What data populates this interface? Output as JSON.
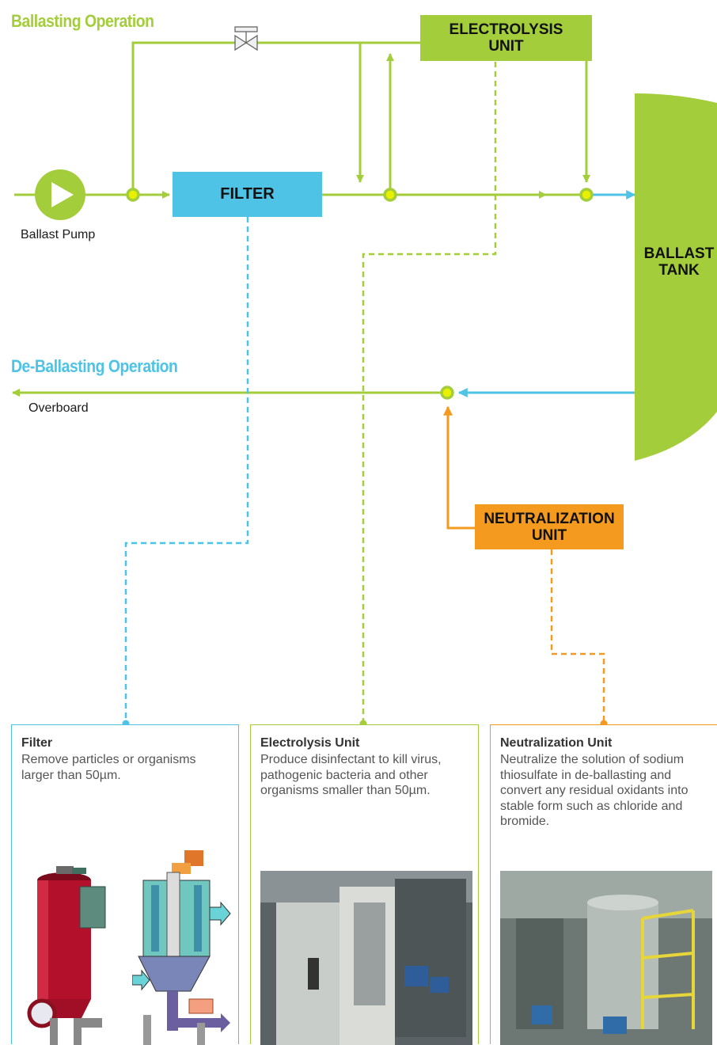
{
  "titles": {
    "ballasting": "Ballasting Operation",
    "deballasting": "De-Ballasting Operation"
  },
  "labels": {
    "pump": "Ballast Pump",
    "overboard": "Overboard"
  },
  "boxes": {
    "filter": "FILTER",
    "electrolysis_line1": "ELECTROLYSIS",
    "electrolysis_line2": "UNIT",
    "tank_line1": "BALLAST",
    "tank_line2": "TANK",
    "neutralization_line1": "NEUTRALIZATION",
    "neutralization_line2": "UNIT"
  },
  "cards": [
    {
      "title": "Filter",
      "description": "Remove particles or organisms larger than 50µm."
    },
    {
      "title": "Electrolysis Unit",
      "description": "Produce disinfectant to kill virus, pathogenic bacteria and other organisms smaller than 50µm."
    },
    {
      "title": "Neutralization Unit",
      "description": "Neutralize the solution of sodium thiosulfate in de-ballasting and convert any residual oxidants into stable form such as chloride and bromide."
    }
  ],
  "colors": {
    "green": "#a3cd3b",
    "blue": "#4ec3e6",
    "orange": "#f39a1f",
    "junction_fill": "#e8f000"
  },
  "icons": [
    "pump-icon",
    "valve-icon"
  ]
}
